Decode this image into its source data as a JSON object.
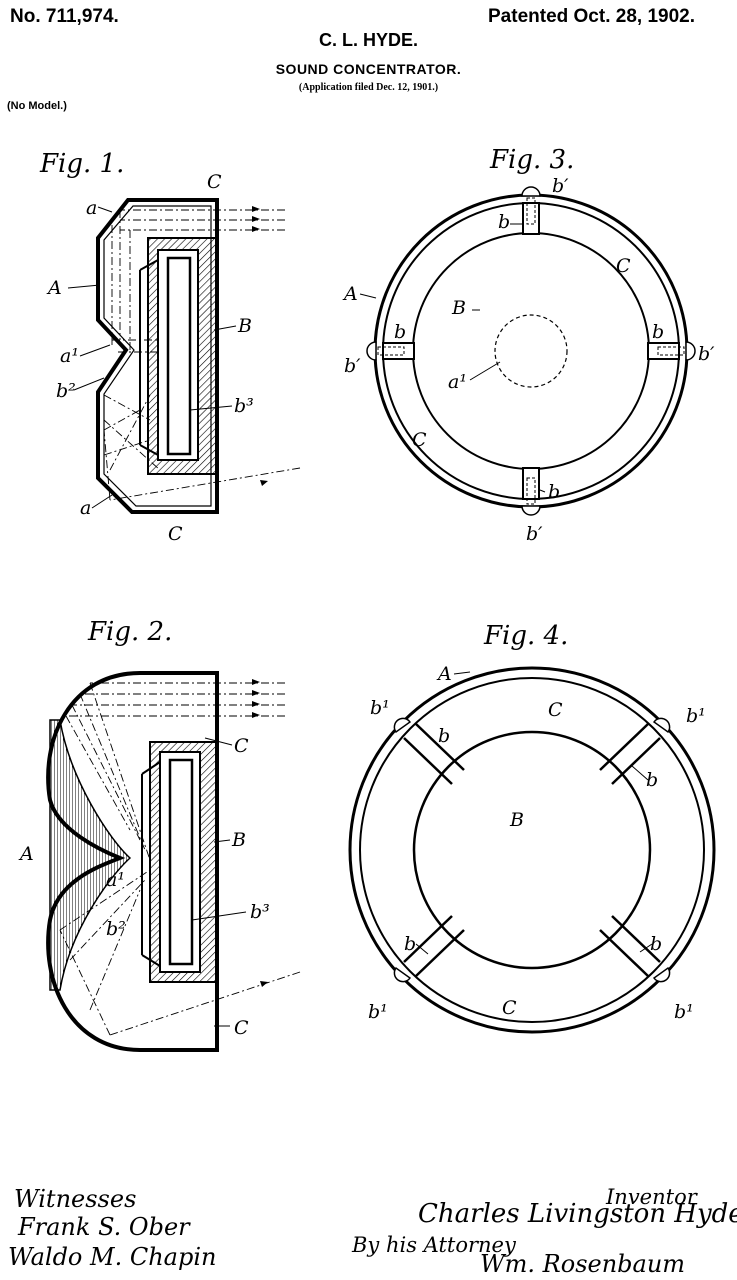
{
  "header": {
    "patent_number": "No. 711,974.",
    "patent_date": "Patented Oct. 28, 1902.",
    "inventor": "C. L. HYDE.",
    "title": "SOUND CONCENTRATOR.",
    "application": "(Application filed Dec. 12, 1901.)",
    "model_note": "(No Model.)"
  },
  "figures": {
    "fig1": {
      "title": "Fig. 1.",
      "labels": {
        "C_top": "C",
        "a_top": "a",
        "A": "A",
        "B": "B",
        "a1": "a¹",
        "b2": "b²",
        "b3": "b³",
        "a_bottom": "a",
        "C_bottom": "C"
      }
    },
    "fig2": {
      "title": "Fig. 2.",
      "labels": {
        "C_top": "C",
        "A": "A",
        "B": "B",
        "a1": "a¹",
        "b2": "b²",
        "b3": "b³",
        "C_bottom": "C"
      }
    },
    "fig3": {
      "title": "Fig. 3.",
      "labels": {
        "b1_top": "b′",
        "b_top": "b",
        "C_top": "C",
        "A": "A",
        "B": "B",
        "b_left": "b",
        "b_right": "b",
        "b1_left": "b′",
        "b1_right": "b′",
        "a1": "a¹",
        "C_bottom": "C",
        "b_bottom": "b",
        "b1_bottom": "b′"
      }
    },
    "fig4": {
      "title": "Fig. 4.",
      "labels": {
        "A": "A",
        "C_top": "C",
        "b1_tl": "b¹",
        "b1_tr": "b¹",
        "b_tl": "b",
        "b_tr": "b",
        "B": "B",
        "b_bl": "b",
        "b_br": "b",
        "b1_bl": "b¹",
        "b1_br": "b¹",
        "C_bottom": "C"
      }
    }
  },
  "signatures": {
    "witnesses_label": "Witnesses",
    "witness_1": "Frank S. Ober",
    "witness_2": "Waldo M. Chapin",
    "inventor_label": "Inventor",
    "inventor_signature": "Charles Livingston Hyde",
    "attorney_label": "By his Attorney",
    "attorney_signature": "Wm. Rosenbaum"
  }
}
